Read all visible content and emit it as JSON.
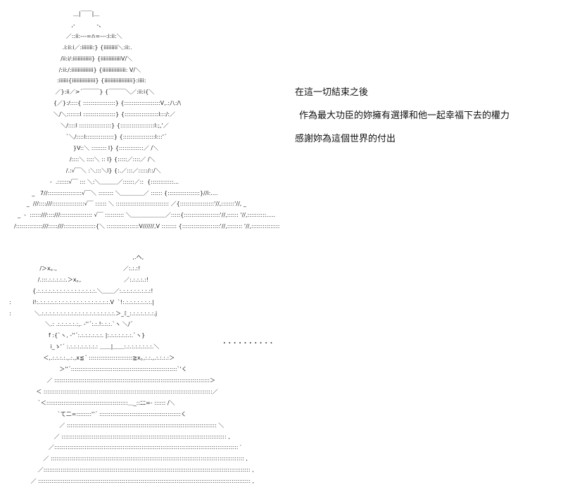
{
  "top_art": {
    "lines": [
      "                                 ＿|￣￣|＿",
      "                                ,-            -、",
      "                             ／::ii:---=∩=---:i:ii:＼",
      "                           .i:ii:i／:iiiiiii:} {iiiiiiiii＼:ii:.",
      "                          /ii:i/:iiiiiiiiiiii} {iiiiiiiiiiiiiV/＼",
      "                         /:ii:/:iiiiiiiiiiiiii} {iiiiiiiiiiiiiii: V/＼",
      "                        :iiiiii{iiiiiiiiiiiiiii} {iiiiiiiiiiiiiiiiii}:iiii:",
      "                       ／}:ii／>´￣￣￣} {￣￣￣＼／:ii:i{＼",
      "                      {／}:/::::{ :::::::::::::::::} {:::::::::::::::::::V,.:八:/\\",
      "                      ＼/＼:::::::l :::::::::::::::::} {::::::::::::::::::l:::/:／",
      "                          ＼/::::l :::::::::::::::::} {::::::::::::::::::l:;,'／",
      "                             `＼/::::l:::::::::::::::} {:::::::::::::::::l:::'´",
      "                                 }V::＼ :::::::: l} {:::::::::::::／ /＼",
      "                               /::::＼ ::::＼ :: l} {:::::／::::／ /＼",
      "                             /.:√￣＼ :＼:::＼l} {:.／:::／:::::/::/＼",
      "                    -  .::::::√￣ ::: ＼:＼＿＿＿／::::::／::  {::::::::::::...",
      "          _   7//::::::::::::::::::√￣＼ :::::::: ＼＿＿＿＿／ :::::: {:::::::::::::::::}//i:....",
      "       _  ///::::///:::::::::::::::::√￣ :::::: ＼ :::::::::::::::::::::::::::: ／{::::::::::::::::::'//,:::::::'//, _",
      "  _  -  ::::::///::::///::::::::::::::::: √￣ :::::::::: ＼＿＿＿＿＿＿／:::::{:::::::::::::::::::'//,:::::: '//,::::::::::.....",
      "/::::::::::::::///:::::///:::::::::::::::::{＼ :::::::::::::::::V//////,V :::::::: {::::::::::::::::::::'//,:::::::: '//,:::::::::::::::"
    ]
  },
  "caption": {
    "line1": "在這一切結束之後",
    "line2": "作為最大功臣的妳擁有選擇和他一起幸福下去的權力",
    "line3": "感謝妳為這個世界的付出"
  },
  "bottom_art": {
    "lines": [
      "                                                                       ,.ヘ,",
      "                   /＞x｡.,                                     ／:.:.:!",
      "                  /.:::.:.:.:.:.:.＞x｡,                        ／:.:.:.:.:!",
      "               {.:.:.:.:.:.:.:.:.:.:.:.:.:.:.:.:.＼＿＿／:.:.:.:.:.:.:.:.:!",
      "  :            i!:.:.:.:.:.:.:.:.:.:.:.:.:.:.:.:.:.:.:.:.V  `!:.:.:.:.:.:.:.:.|",
      "  :             ＼.:.:.:.:.:.:.:.:.:.:.:.:.:.:.:.:.:.:.:.:.＞_ﾐ_:.:.:.:.:.:.:.j",
      "                      ＼.: .:.:.:.:.:.:,. ‐''´:.:.!:.:.:.`ヽ ＼/´",
      "                        f :{`ヽ, ‐''´:.:.:.:.:.:.:. |:.:.:.:.:.:.:.`ヽ}",
      "                         i_ゝ'´ :.:.:.:.:.:.:.:.: ＿＿|＿＿:.:.:.:.:.:.:.:.＼",
      "                     ＜,.:.:.:.:.,.:.,x≦´ :::::::::::::::::::::::≧x｡,:.:.,.:.:.:.:＞",
      "                              ＞''´::::::::::::::::::::::::::::::::::::::::::::::::::::::::`'く",
      "                       ／ ::::::::::::::::::::::::::::::::::::::::::::::::::::::::::::::::::::::::::::::::::＞",
      "                 ＜ :::::::::::::::::::::::::::::::::::::::::::::::::::::::::::::::::::::::::::::::::::::::::／",
      "                  `＜:::::::::::::::::::::::::::::::::::::::::::＿_::ﾆﾆ=- :::::: /＼",
      "                             `て二=::::::::''´ :::::::::::::::::::::::::::::::::::::::::::く",
      "                              ／ ::::::::::::::::::::::::::::::::::::::::::::::::::::::::::::::::::::::::::::::: ＼",
      "                           ／ ::::::::::::::::::::::::::::::::::::::::::::::::::::::::::::::::::::::::::::::::::::::: ,",
      "                        ／::::::::::::::::::::::::::::::::::::::::::::::::::::::::::::::::::::::::::::::::::::::::::::::::: ′",
      "                     ／ :::::::::::::::::::::::::::::::::::::::::::::::::::::::::::::::::::::::::::::::::::::::::::::::::::::: ,",
      "                  ／::::::::::::::::::::::::::::::::::::::::::::::::::::::::::::::::::::::::::::::::::::::::::::::::::::::::::::: ,",
      "              ／ :::::::::::::::::::::::::::::::::::::::::::::::::::::::::::::::::::::::::::::::::::::::::::::::::::::::::::::::: ,"
    ]
  },
  "ellipsis": {
    "text": "．．．．．．．．．．"
  }
}
